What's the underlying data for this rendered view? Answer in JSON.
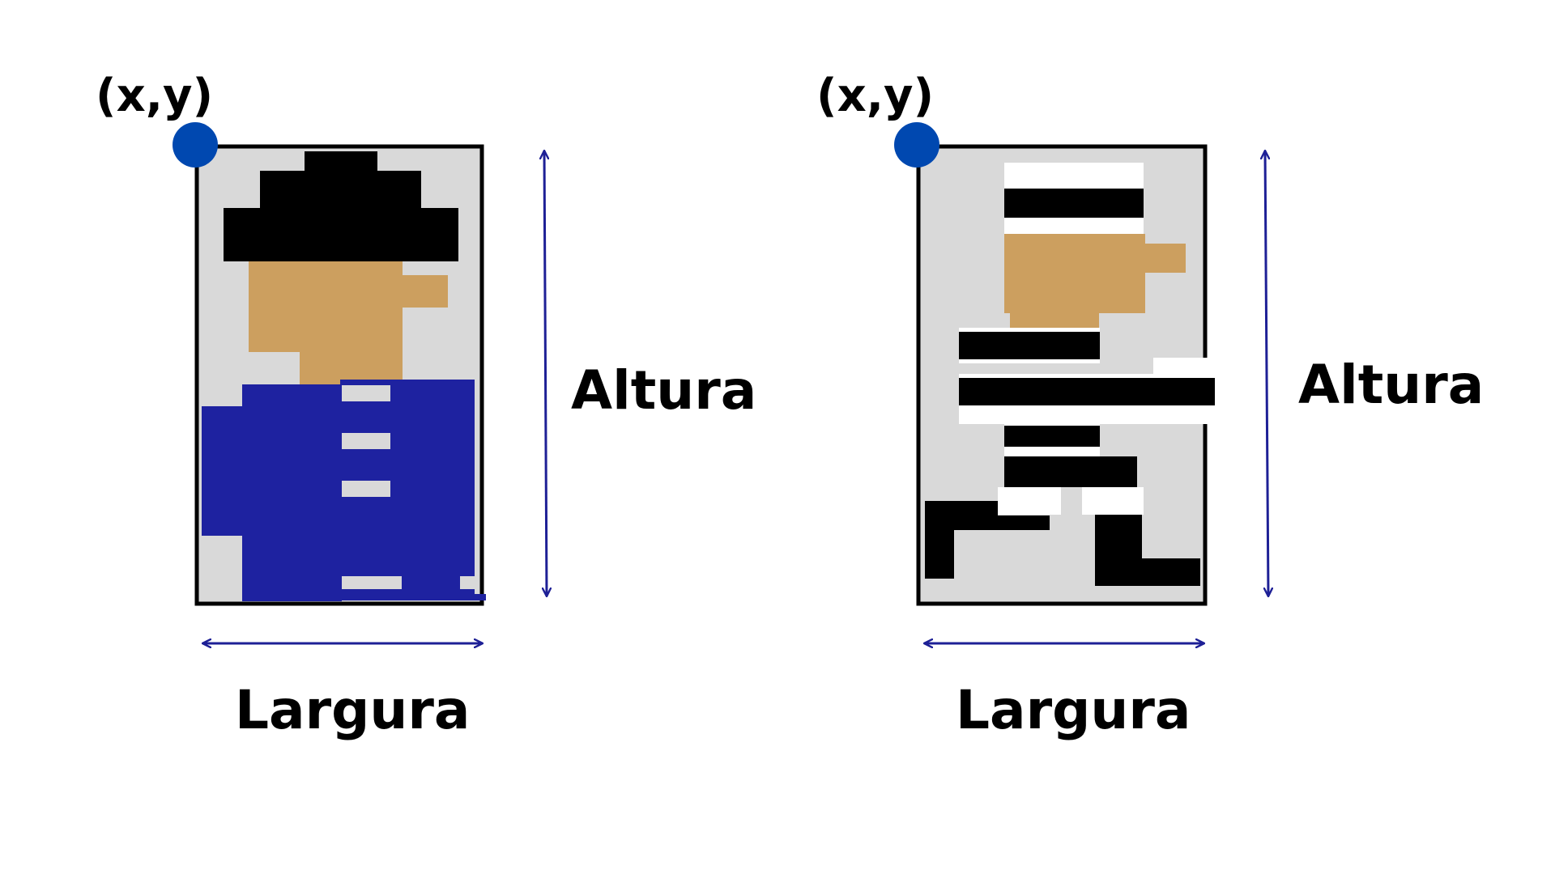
{
  "colors": {
    "frame_fill": "#d9d9d9",
    "frame_stroke": "#000000",
    "origin_dot": "#0048b0",
    "arrow": "#1e2096",
    "skin": "#cc9f5f",
    "uniform_blue": "#1e22a0",
    "black": "#000000",
    "white": "#ffffff"
  },
  "sprites": [
    {
      "character": "policeman",
      "origin_label": "(x,y)",
      "width_label": "Largura",
      "height_label": "Altura"
    },
    {
      "character": "prisoner",
      "origin_label": "(x,y)",
      "width_label": "Largura",
      "height_label": "Altura"
    }
  ]
}
